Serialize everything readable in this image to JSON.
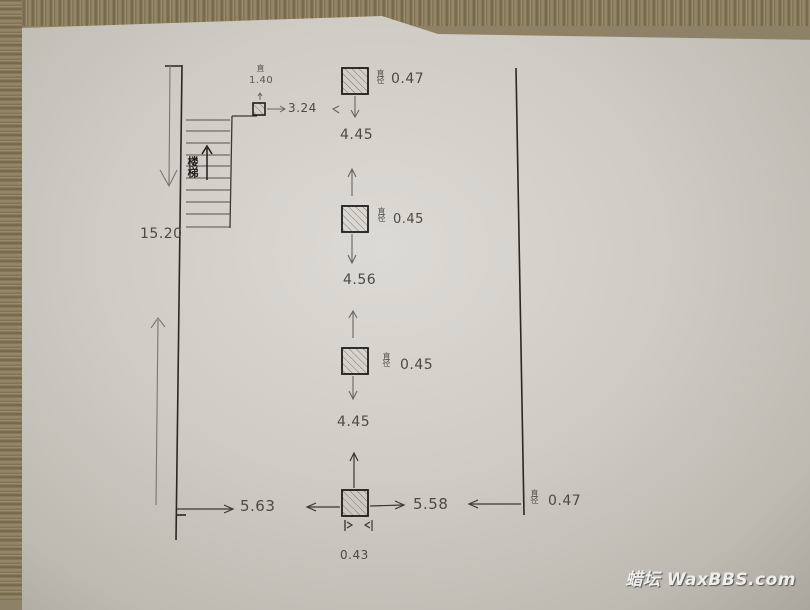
{
  "sketch": {
    "type": "hand-drawn floor plan",
    "stairs_label": "楼梯",
    "overall_length": "15.20",
    "ink_color": "#2a2824",
    "pencil_color": "#6a665f",
    "paper_color": "#d4d1ca"
  },
  "columns": [
    {
      "name": "column-1",
      "size_tag": "直径",
      "size": "0.47",
      "gap_below": "4.45"
    },
    {
      "name": "column-2",
      "size_tag": "直径",
      "size": "0.45",
      "gap_below": "4.56"
    },
    {
      "name": "column-3",
      "size_tag": "直径",
      "size": "0.45",
      "gap_below": "4.45"
    },
    {
      "name": "column-4",
      "width": "0.43",
      "left_distance": "5.63",
      "right_distance": "5.58"
    }
  ],
  "small_column": {
    "height_tag": "直",
    "height": "1.40",
    "distance": "3.24"
  },
  "right_wall": {
    "size_tag": "直径",
    "size": "0.47"
  },
  "watermark": "蜡坛 WaxBBS.com"
}
